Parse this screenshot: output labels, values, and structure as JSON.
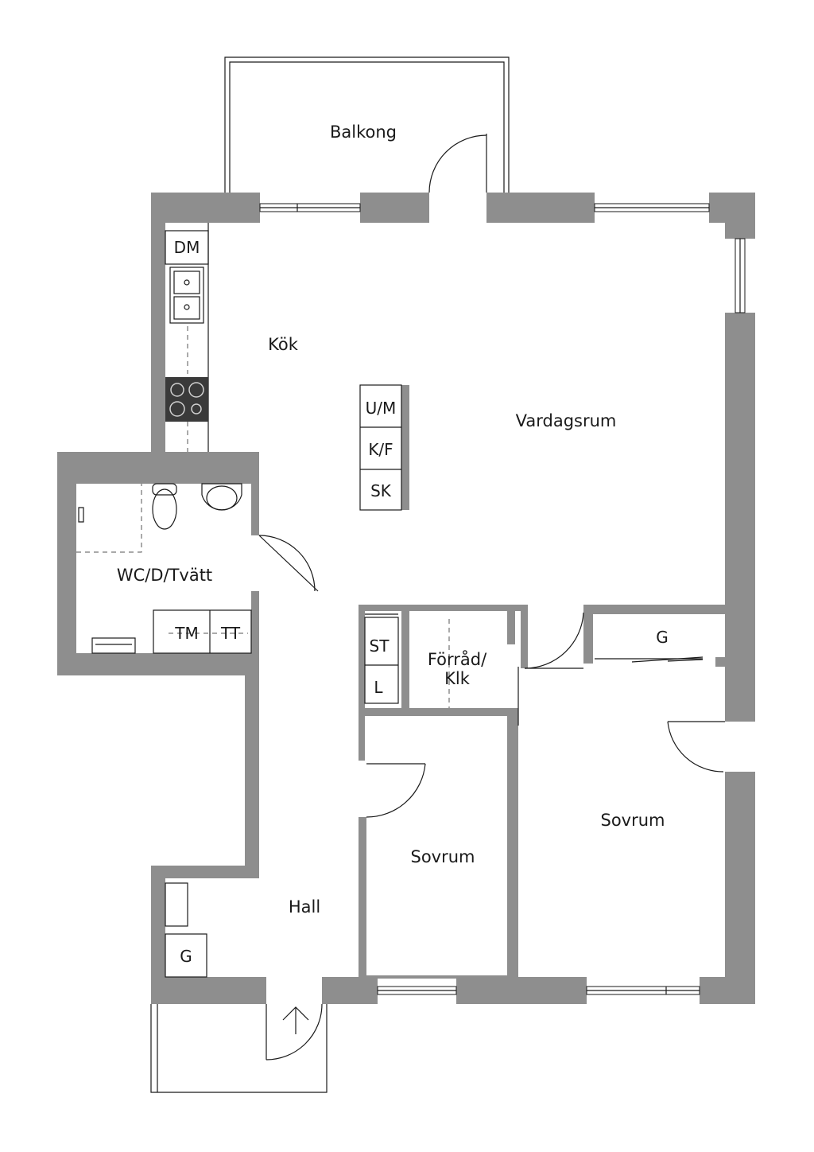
{
  "rooms": {
    "balkong": "Balkong",
    "kok": "Kök",
    "vardagsrum": "Vardagsrum",
    "wc": "WC/D/Tvätt",
    "forrad_line1": "Förråd/",
    "forrad_line2": "Klk",
    "sovrum_small": "Sovrum",
    "sovrum_large": "Sovrum",
    "hall": "Hall"
  },
  "fixtures": {
    "dm": "DM",
    "um": "U/M",
    "kf": "K/F",
    "sk": "SK",
    "tm": "TM",
    "tt": "TT",
    "st": "ST",
    "l": "L",
    "g_bedroom": "G",
    "g_hall": "G"
  },
  "colors": {
    "wall": "#8e8e8e",
    "line": "#1a1a1a",
    "background": "#ffffff"
  }
}
